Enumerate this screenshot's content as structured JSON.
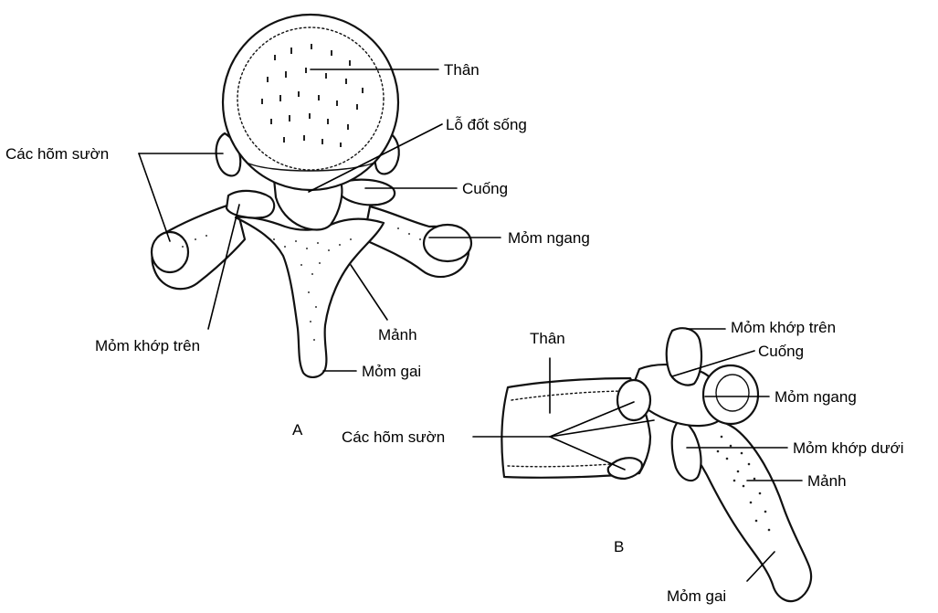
{
  "figure_a": {
    "panel_letter": "A",
    "labels": {
      "body": "Thân",
      "vertebral_foramen": "Lỗ đốt sống",
      "costal_facets": "Các hõm sườn",
      "pedicle": "Cuống",
      "transverse_process": "Mỏm ngang",
      "lamina": "Mảnh",
      "superior_articular_process": "Mỏm khớp trên",
      "spinous_process": "Mỏm gai"
    }
  },
  "figure_b": {
    "panel_letter": "B",
    "labels": {
      "body": "Thân",
      "superior_articular_process": "Mỏm khớp trên",
      "pedicle": "Cuống",
      "transverse_process": "Mỏm ngang",
      "costal_facets": "Các hõm sườn",
      "inferior_articular_process": "Mỏm khớp dưới",
      "lamina": "Mảnh",
      "spinous_process": "Mỏm gai"
    }
  },
  "colors": {
    "ink": "#111111",
    "paper": "#ffffff"
  }
}
